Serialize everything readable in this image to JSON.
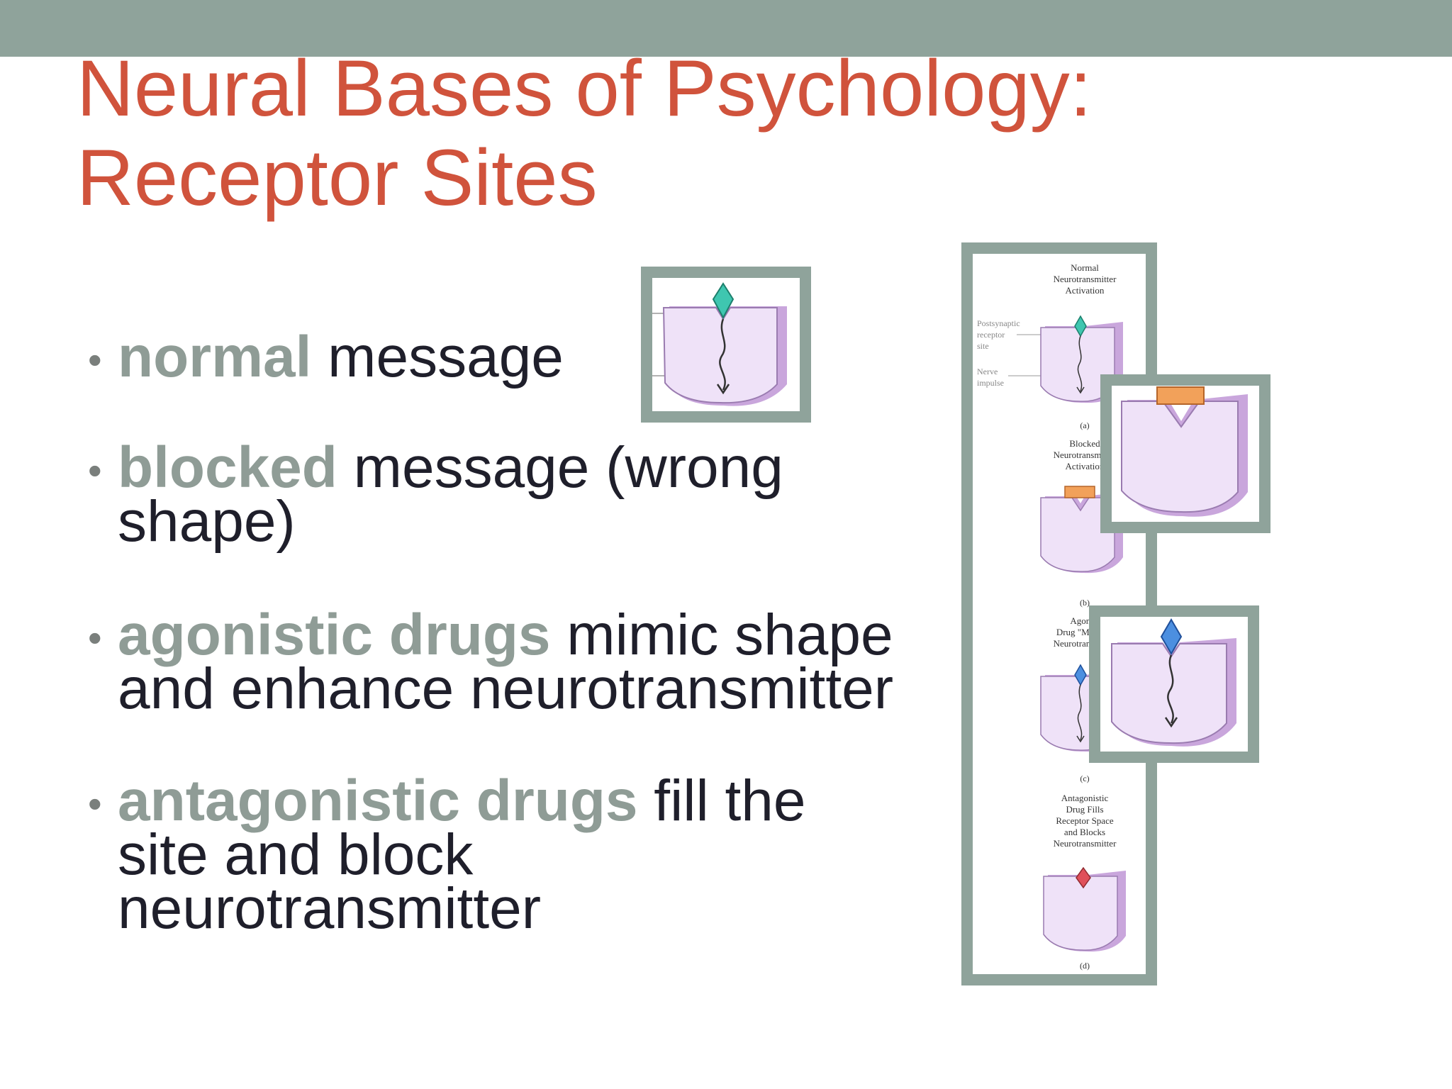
{
  "slide": {
    "title_line1": "Neural Bases of Psychology:",
    "title_line2": "Receptor Sites"
  },
  "bullets": [
    {
      "key": "normal",
      "rest": " message"
    },
    {
      "key": "blocked",
      "rest": " message (wrong shape)"
    },
    {
      "key": "agonistic drugs",
      "rest": " mimic shape and enhance neurotransmitter"
    },
    {
      "key": "antagonistic drugs",
      "rest": " fill the site and block neurotransmitter"
    }
  ],
  "figure": {
    "panel_a_title": [
      "Normal",
      "Neurotransmitter",
      "Activation"
    ],
    "label_receptor": [
      "Postsynaptic",
      "receptor",
      "site"
    ],
    "label_impulse": [
      "Nerve",
      "impulse"
    ],
    "panel_b_title": [
      "Blocked",
      "Neurotransmitter",
      "Activation"
    ],
    "panel_c_title": [
      "Agonist",
      "Drug \"Mimics\"",
      "Neurotransmitter"
    ],
    "panel_d_title": [
      "Antagonistic",
      "Drug Fills",
      "Receptor Space",
      "and Blocks",
      "Neurotransmitter"
    ],
    "captions": [
      "(a)",
      "(b)",
      "(c)",
      "(d)"
    ],
    "colors": {
      "receptor_fill": "#efe2f8",
      "receptor_side": "#c9a6dc",
      "neurotransmitter": "#3fc6b0",
      "blocker": "#f2a15a",
      "agonist": "#4c8fe0",
      "antagonist": "#e0505a",
      "frame": "#8fa39b"
    }
  }
}
